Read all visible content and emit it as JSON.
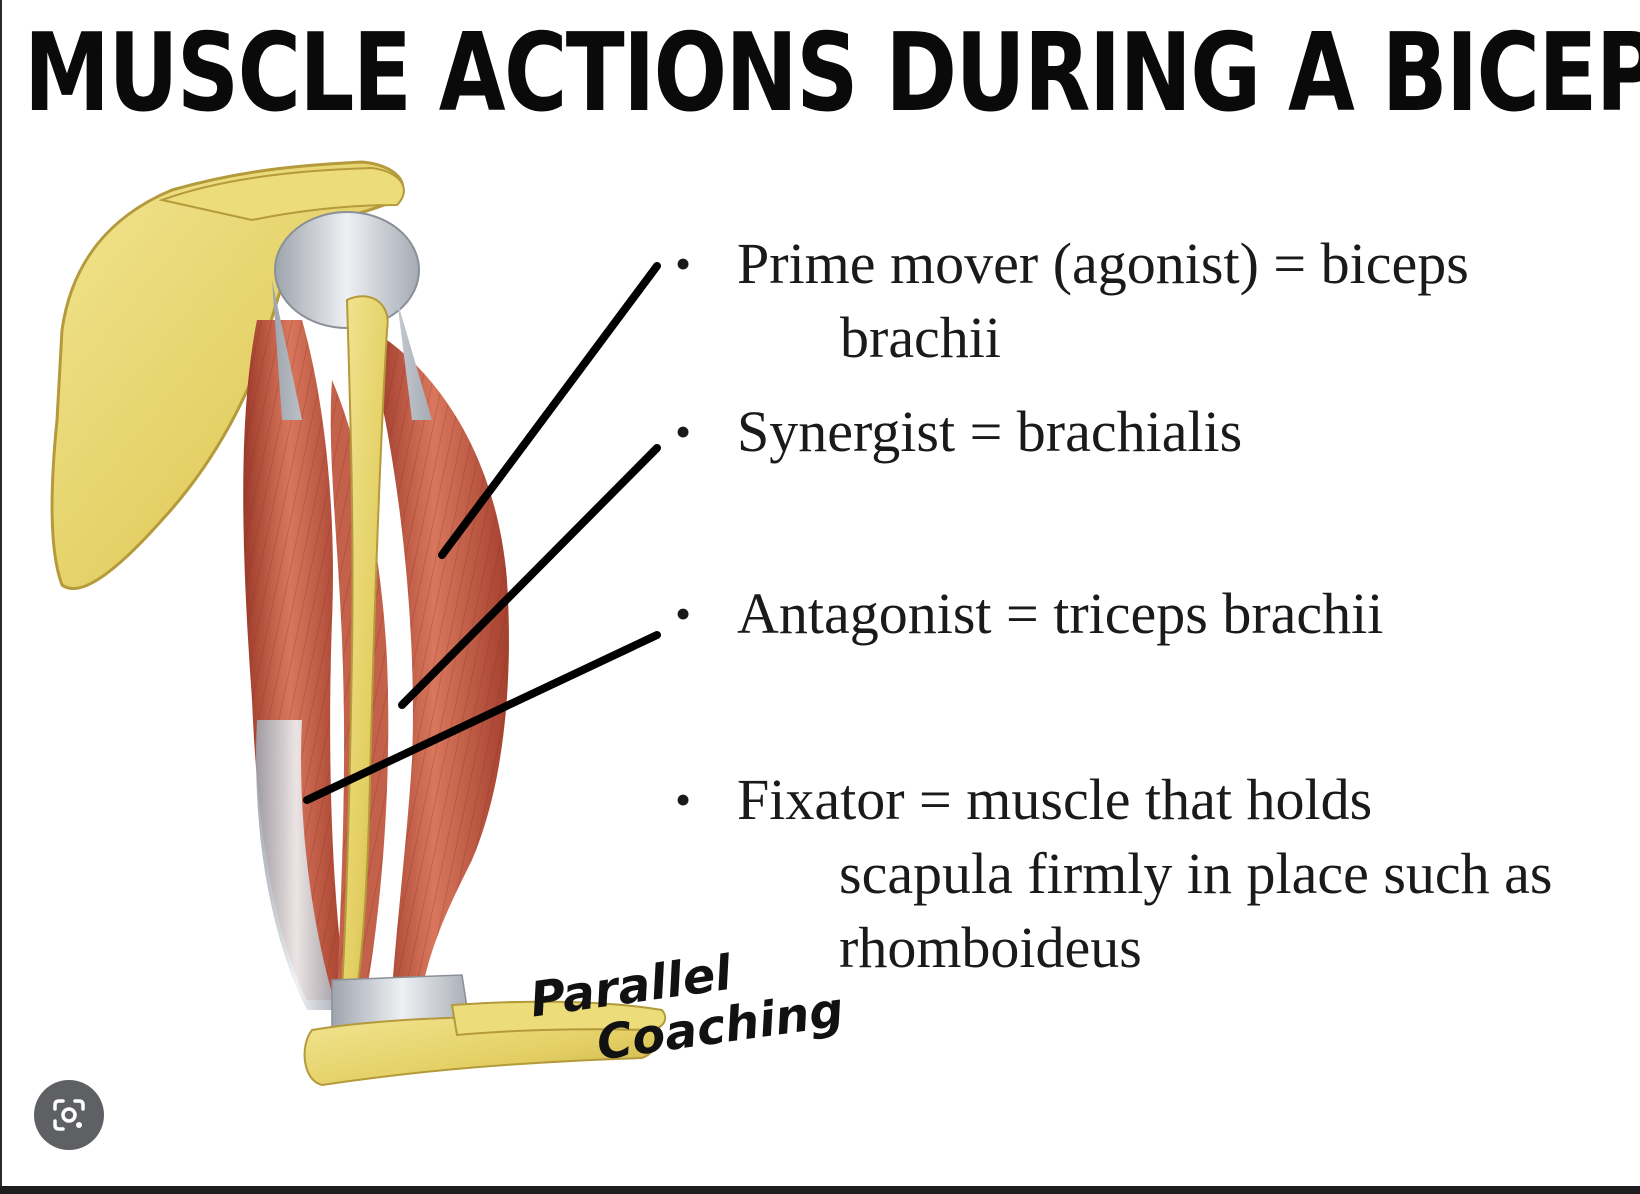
{
  "title": "MUSCLE ACTIONS DURING A BICEPS CURL",
  "bullets": [
    {
      "symbol": "•",
      "line1": "Prime mover (agonist) = biceps",
      "line2": "brachii"
    },
    {
      "symbol": "•",
      "line1": "Synergist = brachialis"
    },
    {
      "symbol": "•",
      "line1": "Antagonist = triceps brachii"
    },
    {
      "symbol": "•",
      "line1": "Fixator = muscle that holds",
      "line2": "scapula firmly in place such as",
      "line3": "rhomboideus"
    }
  ],
  "brand": {
    "line1": "Parallel",
    "line2": "Coaching"
  },
  "icons": {
    "lens": "google-lens-icon"
  },
  "colors": {
    "bone": "#e6d36e",
    "muscle": "#b8503a",
    "tendon": "#c9cdd3",
    "pointer": "#000000",
    "lens_button": "#5e6063"
  }
}
